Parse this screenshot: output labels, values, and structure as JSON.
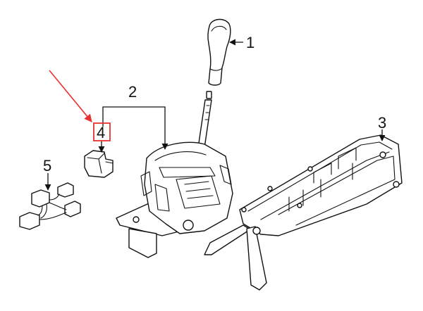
{
  "callouts": {
    "c1": "1",
    "c2": "2",
    "c3": "3",
    "c4": "4",
    "c5": "5"
  },
  "highlight": {
    "part": "4",
    "color": "#e8322f"
  },
  "colors": {
    "line": "#111111",
    "background": "#ffffff"
  }
}
